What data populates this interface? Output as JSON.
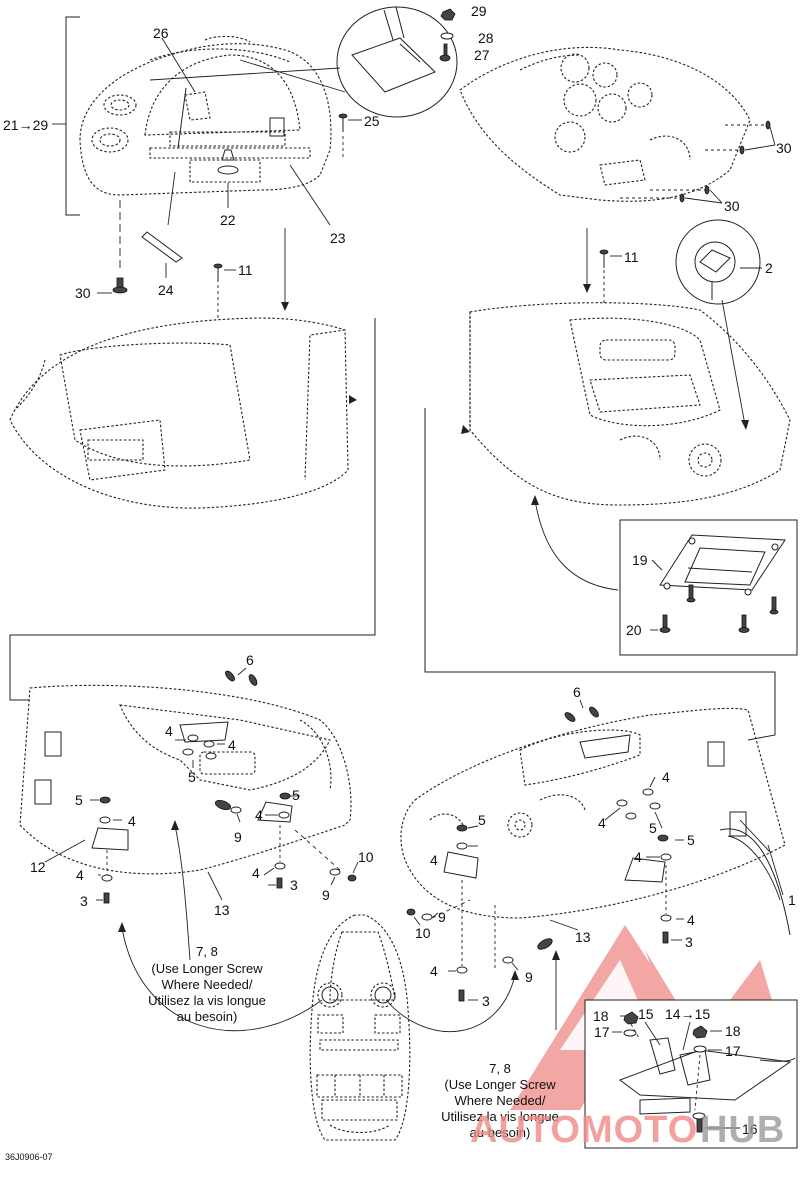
{
  "diagram_code": "36J0906-07",
  "labels": {
    "range_21_29": "21→29",
    "p1": "1",
    "p2": "2",
    "p3": "3",
    "p4": "4",
    "p5": "5",
    "p6": "6",
    "p9": "9",
    "p10": "10",
    "p11": "11",
    "p12": "12",
    "p13": "13",
    "p14_15": "14→15",
    "p15": "15",
    "p16": "16",
    "p17": "17",
    "p18": "18",
    "p19": "19",
    "p20": "20",
    "p22": "22",
    "p23": "23",
    "p24": "24",
    "p25": "25",
    "p26": "26",
    "p27": "27",
    "p28": "28",
    "p29": "29",
    "p30": "30"
  },
  "screw_note": {
    "ref": "7, 8",
    "lines": [
      "(Use Longer Screw",
      "Where Needed/",
      "Utilisez la vis longue",
      "au besoin)"
    ]
  },
  "watermark": {
    "text_left": "AUTOMOTO",
    "text_right": "HUB",
    "color_primary": "#f08a86",
    "color_secondary": "#9a9a9a"
  }
}
